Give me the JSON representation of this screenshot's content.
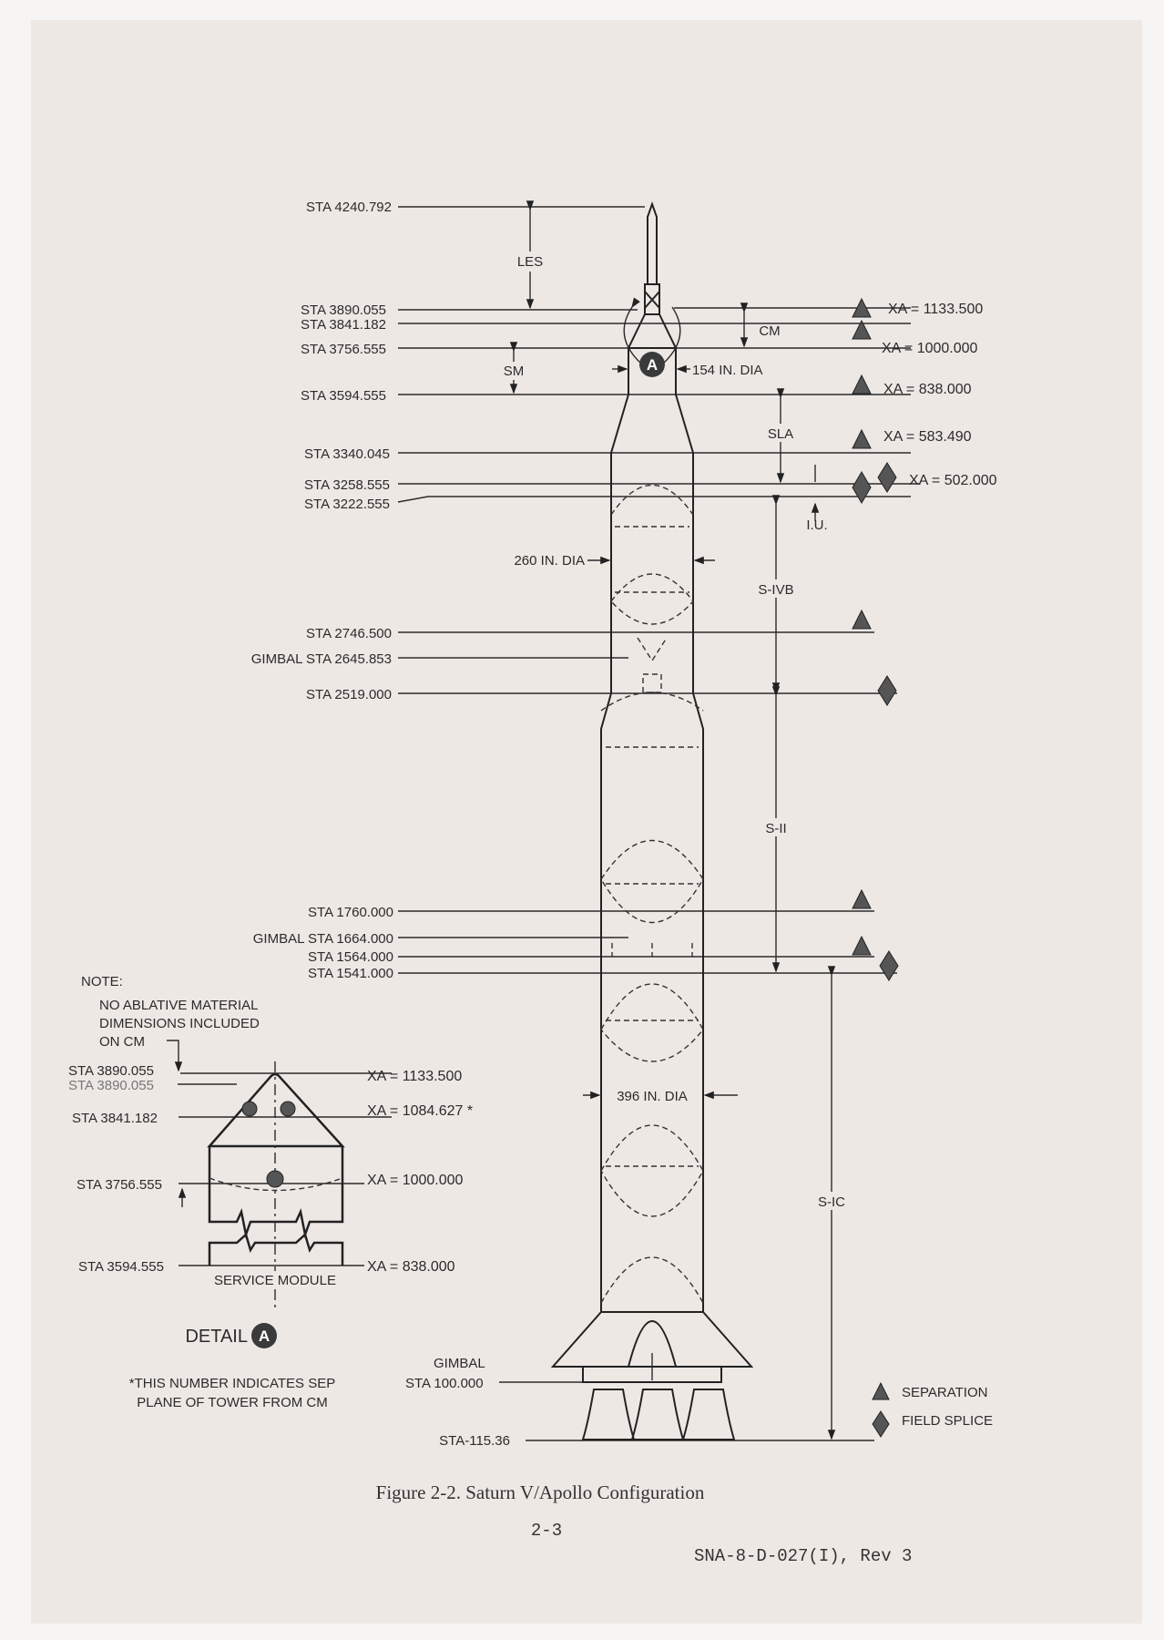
{
  "stations_left": [
    "STA 4240.792",
    "STA 3890.055",
    "STA 3841.182",
    "STA 3756.555",
    "STA 3594.555",
    "STA 3340.045",
    "STA 3258.555",
    "STA 3222.555",
    "STA 2746.500",
    "GIMBAL STA 2645.853",
    "STA 2519.000",
    "STA 1760.000",
    "GIMBAL STA 1664.000",
    "STA 1564.000",
    "STA 1541.000"
  ],
  "gimbal_bottom": {
    "line1": "GIMBAL",
    "line2": "STA 100.000"
  },
  "sta_bottom": "STA-115.36",
  "sections": {
    "les": "LES",
    "cm": "CM",
    "sm": "SM",
    "sla": "SLA",
    "iu": "I.U.",
    "sivb": "S-IVB",
    "sii": "S-II",
    "sic": "S-IC"
  },
  "diameters": {
    "d154": "154 IN. DIA",
    "d260": "260 IN. DIA",
    "d396": "396 IN. DIA"
  },
  "xa_right": [
    "XA = 1133.500",
    "XA = 1000.000",
    "XA = 838.000",
    "XA = 583.490",
    "XA = 502.000"
  ],
  "detail_marker": "A",
  "note": {
    "title": "NOTE:",
    "lines": [
      "NO ABLATIVE MATERIAL",
      "DIMENSIONS INCLUDED",
      "ON  CM"
    ]
  },
  "detail": {
    "stations": [
      "STA 3890.055",
      "STA 3890.055",
      "STA 3841.182",
      "STA 3756.555",
      "STA 3594.555"
    ],
    "xa": [
      "XA = 1133.500",
      "XA = 1084.627 *",
      "XA = 1000.000",
      "XA = 838.000"
    ],
    "service_module": "SERVICE MODULE",
    "title": "DETAIL",
    "footnote": [
      "*THIS NUMBER INDICATES SEP",
      "PLANE OF TOWER FROM CM"
    ]
  },
  "legend": [
    {
      "symbol": "triangle",
      "label": "SEPARATION"
    },
    {
      "symbol": "diamond",
      "label": "FIELD SPLICE"
    }
  ],
  "caption": "Figure 2-2.  Saturn V/Apollo Configuration",
  "page_number": "2-3",
  "doc_id": "SNA-8-D-027(I),  Rev 3"
}
